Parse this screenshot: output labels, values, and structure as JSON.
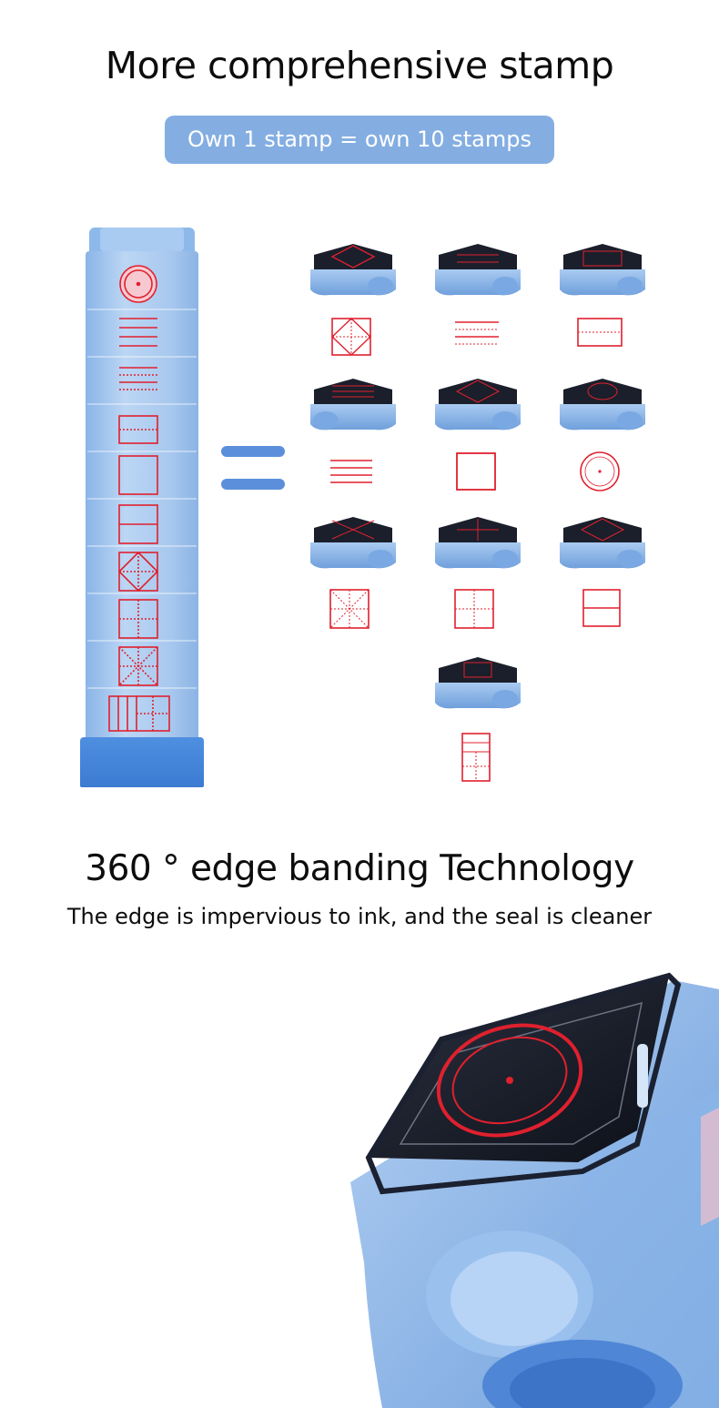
{
  "header": {
    "title": "More comprehensive stamp",
    "badge": "Own 1 stamp = own 10 stamps"
  },
  "section2": {
    "title": "360 ° edge banding Technology",
    "subtitle": "The edge is impervious to ink, and the seal is cleaner"
  },
  "colors": {
    "accent_blue": "#84aee2",
    "stamp_blue": "#8fb9ea",
    "stamp_red": "#e0202e",
    "pad_black": "#1a1f2b"
  },
  "stamps": [
    {
      "pattern": "diamond-grid"
    },
    {
      "pattern": "dotted-lines"
    },
    {
      "pattern": "dotted-box"
    },
    {
      "pattern": "lines"
    },
    {
      "pattern": "square"
    },
    {
      "pattern": "clock"
    },
    {
      "pattern": "star-grid"
    },
    {
      "pattern": "cross-grid"
    },
    {
      "pattern": "half-box"
    },
    {
      "pattern": "stack-grid"
    }
  ]
}
